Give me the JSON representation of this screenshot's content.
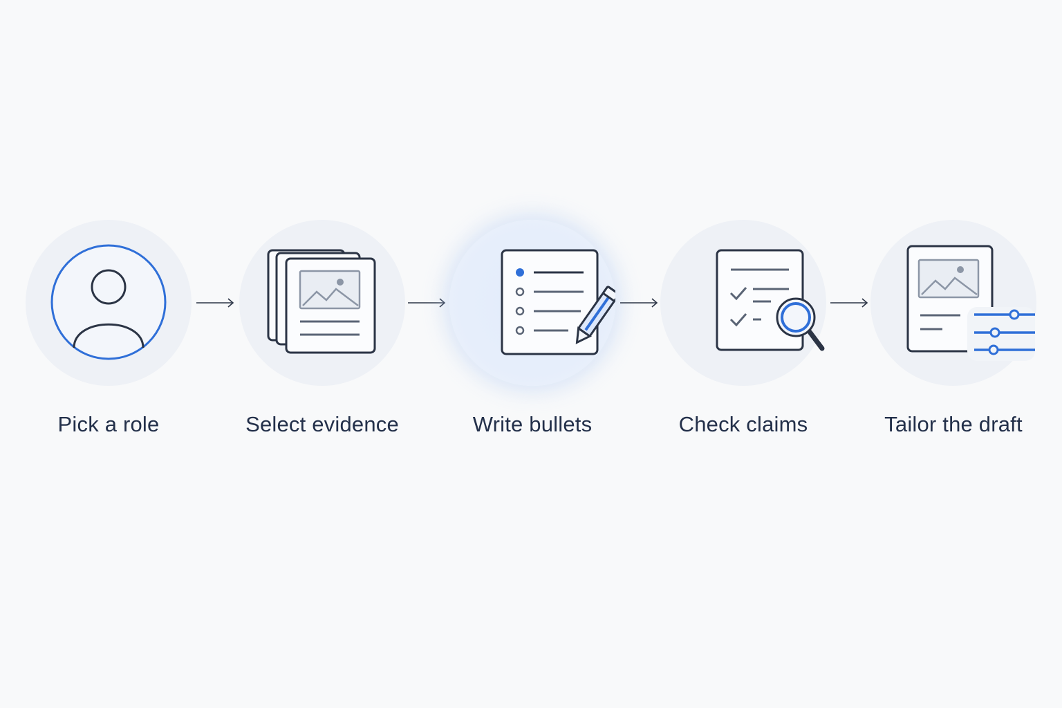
{
  "colors": {
    "background": "#f8f9fa",
    "circle": "#eef1f6",
    "accent_blue": "#2f6fd8",
    "icon_stroke": "#2b3445",
    "label_text": "#23304a"
  },
  "steps": [
    {
      "label": "Pick a role",
      "icon": "person-icon"
    },
    {
      "label": "Select evidence",
      "icon": "documents-image-icon"
    },
    {
      "label": "Write bullets",
      "icon": "list-pencil-icon",
      "highlighted": true
    },
    {
      "label": "Check claims",
      "icon": "checklist-magnifier-icon"
    },
    {
      "label": "Tailor the draft",
      "icon": "document-sliders-icon"
    }
  ]
}
